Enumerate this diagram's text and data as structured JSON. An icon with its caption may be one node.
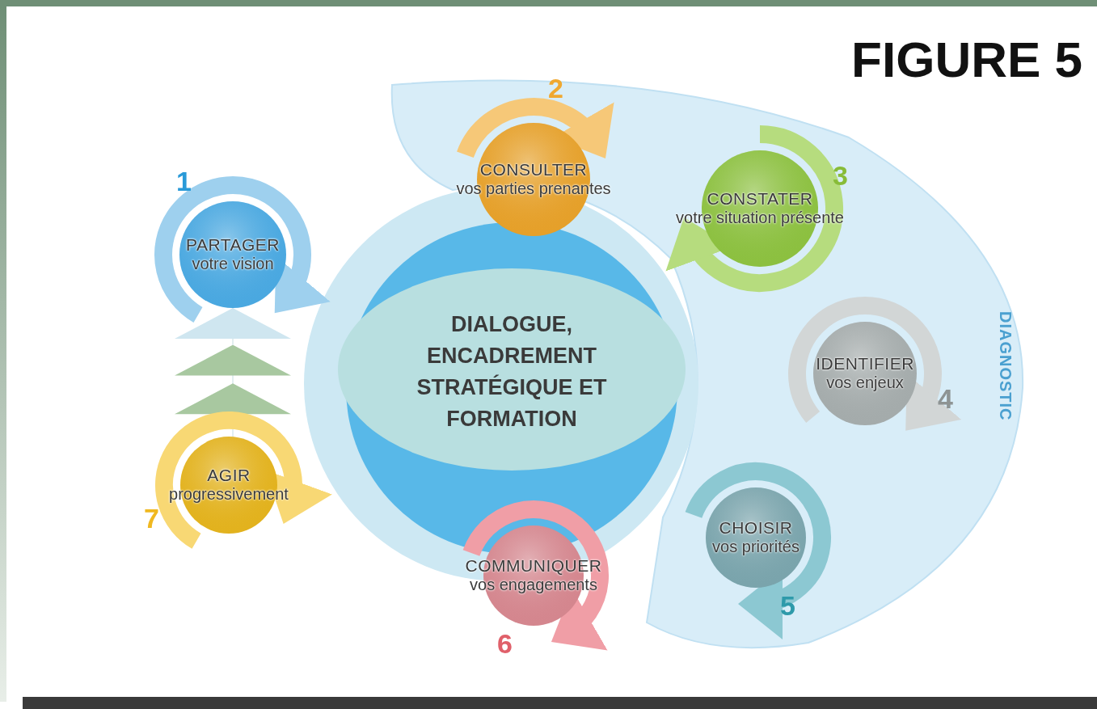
{
  "diagram": {
    "title": "FIGURE 5",
    "nodes": [
      {
        "text": [
          "PARTAGER",
          "votre vision"
        ],
        "beside": [
          "1"
        ]
      },
      {
        "text": [
          "DIAGNOSTIC"
        ]
      },
      {
        "text": [
          "CONSULTER",
          "vos parties prenantes"
        ],
        "beside": [
          "2"
        ],
        "in": 1
      },
      {
        "text": [
          "CONSTATER",
          "votre situation présente"
        ],
        "beside": [
          "3"
        ],
        "in": 1
      },
      {
        "text": [
          "IDENTIFIER",
          "vos enjeux"
        ],
        "beside": [
          "4"
        ],
        "in": 1
      },
      {
        "text": [
          "CHOISIR",
          "vos priorités"
        ],
        "beside": [
          "5"
        ],
        "in": 1
      },
      {
        "text": [
          "COMMUNIQUER",
          "vos engagements"
        ],
        "beside": [
          "6"
        ]
      },
      {
        "text": [
          "AGIR",
          "progressivement"
        ],
        "beside": [
          "7"
        ]
      },
      {
        "text": [
          "DIALOGUE, ENCADREMENT STRATÉGIQUE ET FORMATION"
        ]
      }
    ],
    "edges": [
      {
        "from": 7,
        "to": 0,
        "arrow": "to"
      }
    ]
  }
}
